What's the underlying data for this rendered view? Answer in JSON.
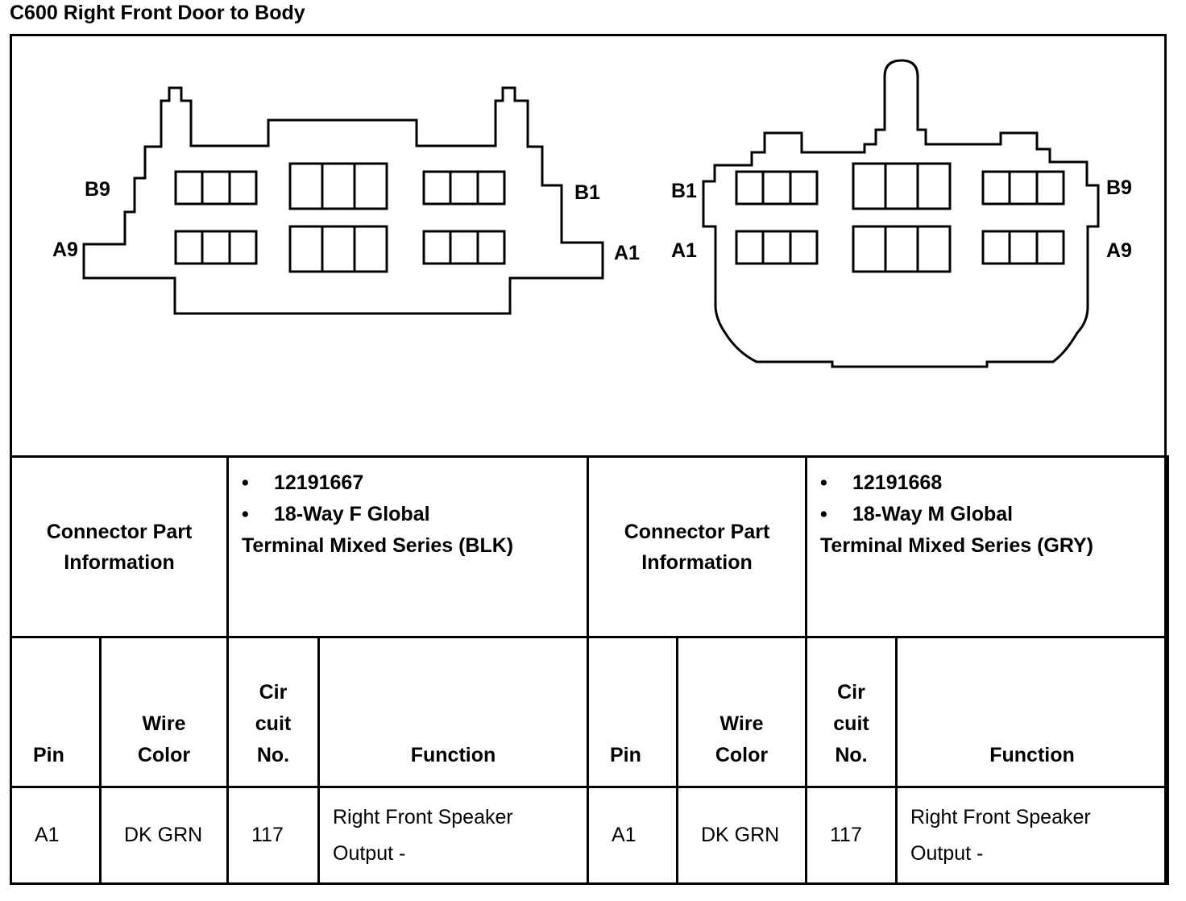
{
  "title": "C600 Right Front Door to Body",
  "diagram": {
    "left_connector": {
      "label_b9": "B9",
      "label_a9": "A9",
      "label_b1": "B1",
      "label_a1": "A1"
    },
    "right_connector": {
      "label_b1": "B1",
      "label_a1": "A1",
      "label_b9": "B9",
      "label_a9": "A9"
    }
  },
  "info": {
    "left": {
      "heading": [
        "Connector Part",
        "Information"
      ],
      "part_number": "12191667",
      "description_line1": "18-Way F Global",
      "description_line2": "Terminal Mixed Series (BLK)"
    },
    "right": {
      "heading": [
        "Connector Part",
        "Information"
      ],
      "part_number": "12191668",
      "description_line1": "18-Way M Global",
      "description_line2": "Terminal Mixed Series (GRY)"
    },
    "bullet": "•"
  },
  "columns": {
    "pin": "Pin",
    "wire_color": [
      "Wire",
      "Color"
    ],
    "circuit": [
      "Cir",
      "cuit",
      "No."
    ],
    "function": "Function"
  },
  "rows": {
    "left": [
      {
        "pin": "A1",
        "wire_color": "DK GRN",
        "circuit": "117",
        "function": [
          "Right Front Speaker",
          "Output -"
        ]
      }
    ],
    "right": [
      {
        "pin": "A1",
        "wire_color": "DK GRN",
        "circuit": "117",
        "function": [
          "Right Front Speaker",
          "Output -"
        ]
      }
    ]
  }
}
